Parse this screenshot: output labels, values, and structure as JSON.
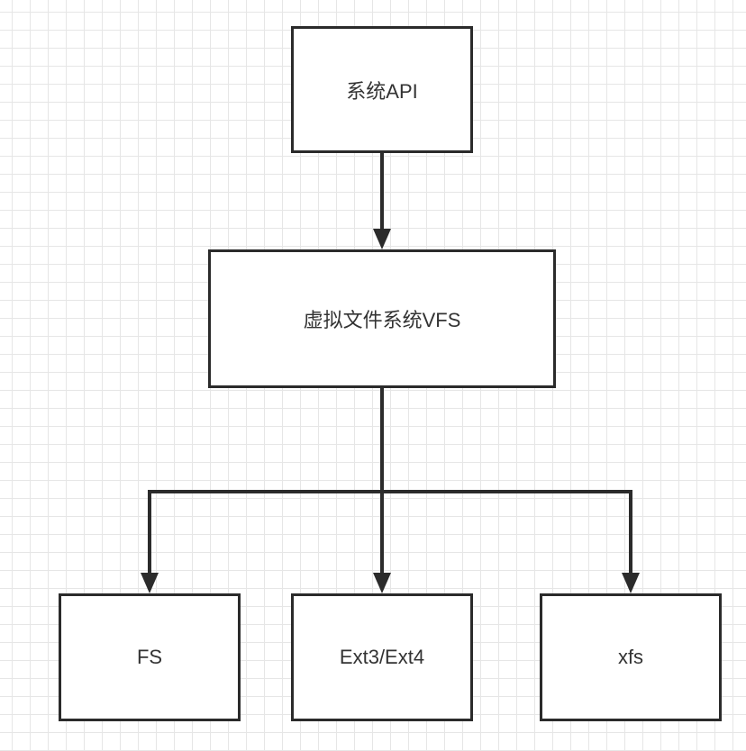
{
  "diagram": {
    "nodes": {
      "system_api": "系统API",
      "vfs": "虚拟文件系统VFS",
      "fs": "FS",
      "ext": "Ext3/Ext4",
      "xfs": "xfs"
    },
    "edges": [
      {
        "from": "system_api",
        "to": "vfs"
      },
      {
        "from": "vfs",
        "to": "fs"
      },
      {
        "from": "vfs",
        "to": "ext"
      },
      {
        "from": "vfs",
        "to": "xfs"
      }
    ],
    "colors": {
      "stroke": "#2b2b2b",
      "text": "#333333",
      "background": "#ffffff",
      "grid": "#e6e6e6"
    }
  }
}
